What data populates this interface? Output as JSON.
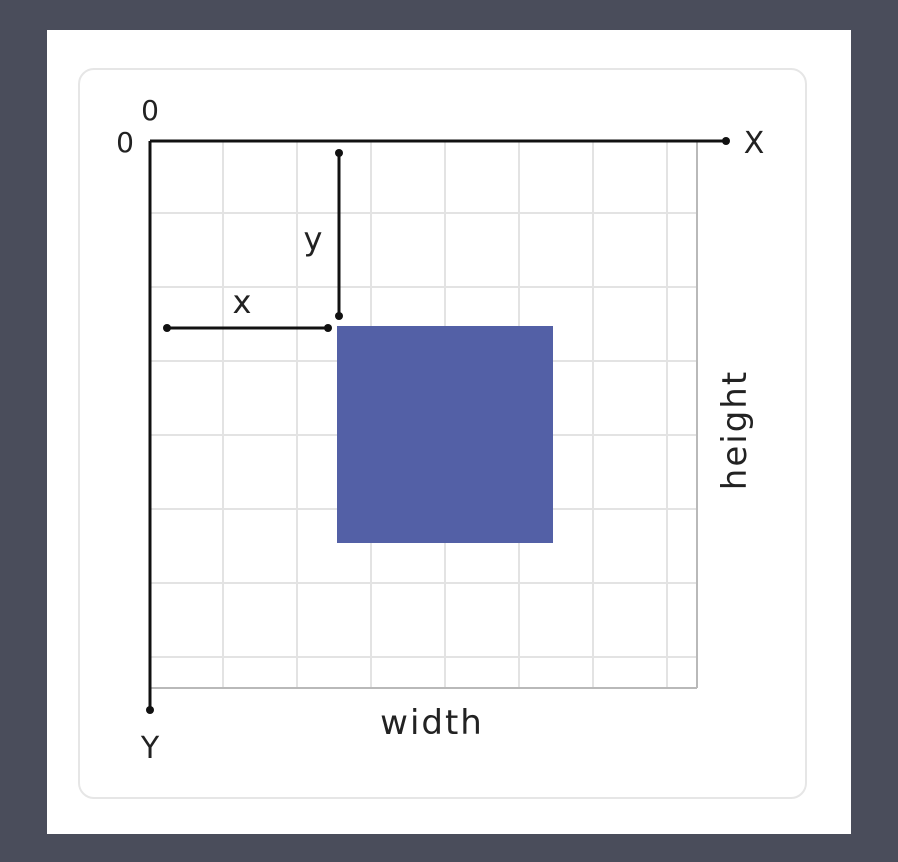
{
  "labels": {
    "origin_top": "0",
    "origin_left": "0",
    "x_axis": "X",
    "y_axis": "Y",
    "x_offset": "x",
    "y_offset": "y",
    "width": "width",
    "height": "height"
  },
  "colors": {
    "page_background": "#4a4d5b",
    "frame": "#ffffff",
    "grid": "#e3e3e3",
    "axis": "#111111",
    "rectangle": "#5360a6"
  }
}
